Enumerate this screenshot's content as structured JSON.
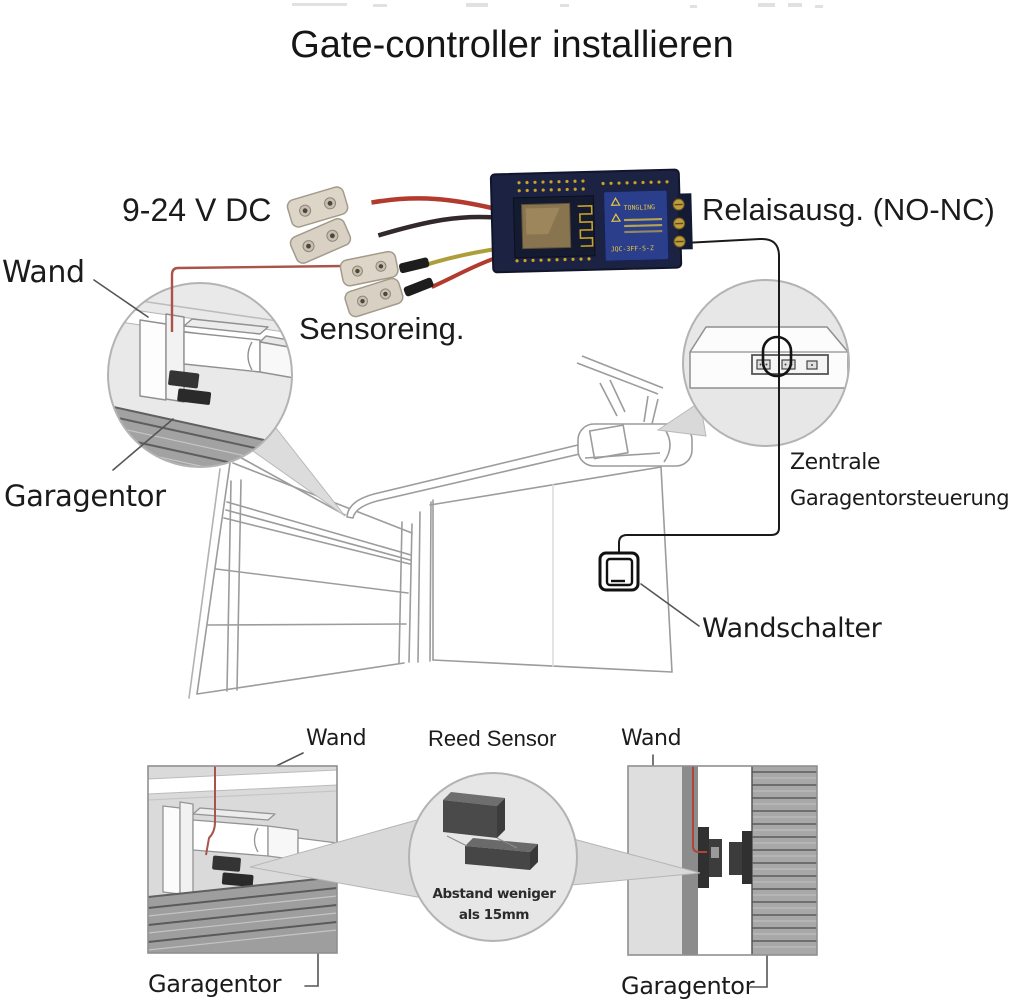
{
  "title": "Gate-controller installieren",
  "diagram": {
    "top_labels": {
      "power": "9-24 V DC",
      "relay_output": "Relaisausg. (NO-NC)",
      "sensor_input": "Sensoreing."
    },
    "main_scene": {
      "wall": "Wand",
      "garage_door": "Garagentor",
      "central_control_line1": "Zentrale",
      "central_control_line2": "Garagentorsteuerung",
      "wall_switch": "Wandschalter"
    },
    "bottom_scene": {
      "reed_sensor": "Reed Sensor",
      "wall_left": "Wand",
      "wall_right": "Wand",
      "door_left": "Garagentor",
      "door_right": "Garagentor",
      "distance_note_line1": "Abstand weniger",
      "distance_note_line2": "als 15mm"
    },
    "pcb": {
      "relay_brand": "TONGLING",
      "relay_model": "JQC-3FF-S-Z"
    },
    "colors": {
      "wire_red": "#a8544a",
      "pcb_board": "#1c2342",
      "relay_blue": "#2a3e8c",
      "pin_gold": "#c9a227",
      "inset_gray": "#e9e9e9"
    }
  }
}
